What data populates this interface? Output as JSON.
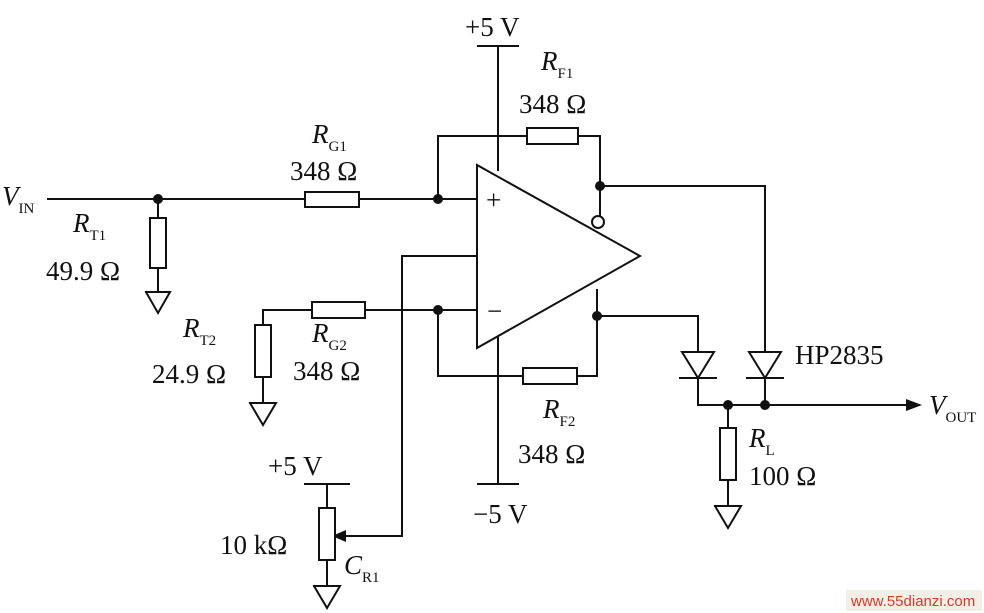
{
  "labels": {
    "vcc_top": "+5 V",
    "vee_bottom": "−5 V",
    "vpot": "+5 V",
    "vin_main": "V",
    "vin_sub": "IN",
    "vout_main": "V",
    "vout_sub": "OUT",
    "rf1_main": "R",
    "rf1_sub": "F1",
    "rf1_val": "348 Ω",
    "rg1_main": "R",
    "rg1_sub": "G1",
    "rg1_val": "348 Ω",
    "rt1_main": "R",
    "rt1_sub": "T1",
    "rt1_val": "49.9 Ω",
    "rt2_main": "R",
    "rt2_sub": "T2",
    "rt2_val": "24.9 Ω",
    "rg2_main": "R",
    "rg2_sub": "G2",
    "rg2_val": "348 Ω",
    "rf2_main": "R",
    "rf2_sub": "F2",
    "rf2_val": "348 Ω",
    "rl_main": "R",
    "rl_sub": "L",
    "rl_val": "100 Ω",
    "diode_part": "HP2835",
    "pot_val": "10 kΩ",
    "cr1_main": "C",
    "cr1_sub": "R1",
    "plus_sign": "+",
    "minus_sign": "−"
  },
  "watermark": "www.55dianzi.com"
}
